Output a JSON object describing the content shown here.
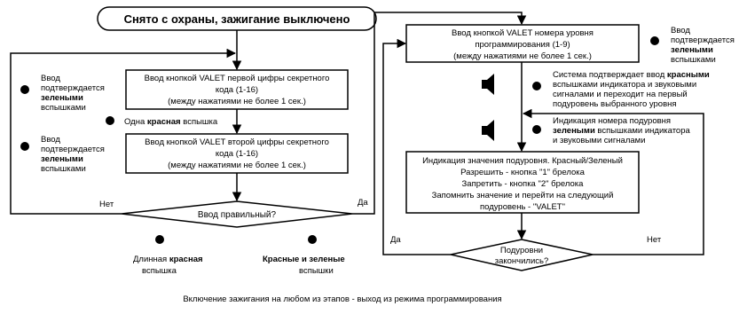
{
  "start": {
    "title": "Снято с охраны, зажигание выключено"
  },
  "left": {
    "step1": {
      "lines": [
        "Ввод кнопкой VALET первой цифры секретного",
        "кода (1-16)",
        "(между нажатиями не более 1 сек.)"
      ]
    },
    "confirm1": {
      "line1": "Ввод",
      "line2": "подтверждается",
      "bold": "зелеными",
      "line4": "вспышками"
    },
    "red_flash": {
      "pre": "Одна ",
      "bold": "красная",
      "post": " вспышка"
    },
    "step2": {
      "lines": [
        "Ввод кнопкой VALET второй цифры секретного",
        "кода (1-16)",
        "(между нажатиями не более 1 сек.)"
      ]
    },
    "confirm2": {
      "line1": "Ввод",
      "line2": "подтверждается",
      "bold": "зелеными",
      "line4": "вспышками"
    },
    "decision": {
      "label": "Ввод правильный?",
      "no": "Нет",
      "yes": "Да"
    },
    "long_red": {
      "pre": "Длинная ",
      "bold": "красная",
      "line2": "вспышка"
    },
    "red_green": {
      "bold": "Красные и зеленые",
      "line2": "вспышки"
    }
  },
  "right": {
    "step_level": {
      "lines": [
        "Ввод кнопкой VALET номера уровня",
        "программирования (1-9)",
        "(между нажатиями не более 1 сек.)"
      ]
    },
    "confirm3": {
      "line1": "Ввод",
      "line2": "подтверждается",
      "bold": "зелеными",
      "line4": "вспышками"
    },
    "system_confirm": {
      "pre": "Система подтверждает ввод ",
      "bold": "красными",
      "line2": "вспышками индикатора и звуковыми",
      "line3": "сигналами и переходит на первый",
      "line4": "подуровень выбранного уровня"
    },
    "sublevel_indication": {
      "line1": "Индикация номера подуровня",
      "bold": "зелеными",
      "line2_post": " вспышками индикатора",
      "line3": "и звуковыми сигналами"
    },
    "value_box": {
      "lines": [
        "Индикация значения подуровня. Красный/Зеленый",
        "Разрешить - кнопка \"1\" брелока",
        "Запретить - кнопка \"2\" брелока",
        "Запомнить значение и перейти на следующий",
        "подуровень - \"VALET\""
      ]
    },
    "decision": {
      "line1": "Подуровни",
      "line2": "закончились?",
      "yes": "Да",
      "no": "Нет"
    }
  },
  "footer": "Включение зажигания на любом из этапов - выход из режима программирования"
}
